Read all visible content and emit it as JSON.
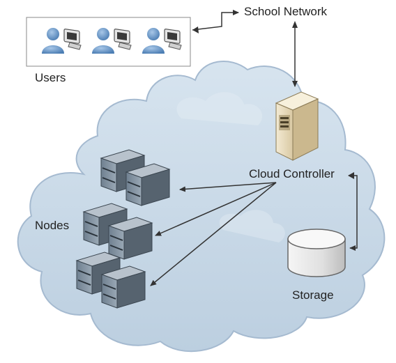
{
  "labels": {
    "school_network": "School Network",
    "users": "Users",
    "cloud_controller": "Cloud Controller",
    "nodes": "Nodes",
    "storage": "Storage"
  },
  "icons": {
    "user": "user-workstation-icon",
    "controller": "server-tower-icon",
    "node": "server-rack-icon",
    "storage": "database-cylinder-icon"
  },
  "colors": {
    "cloud_fill": "#c9d9e8",
    "cloud_stroke": "#9fb6cc",
    "arrow": "#333333",
    "user_body": "#5f8dbf",
    "controller": "#e8dcc0",
    "node": "#7a8a99",
    "storage": "#e4e4e4"
  }
}
